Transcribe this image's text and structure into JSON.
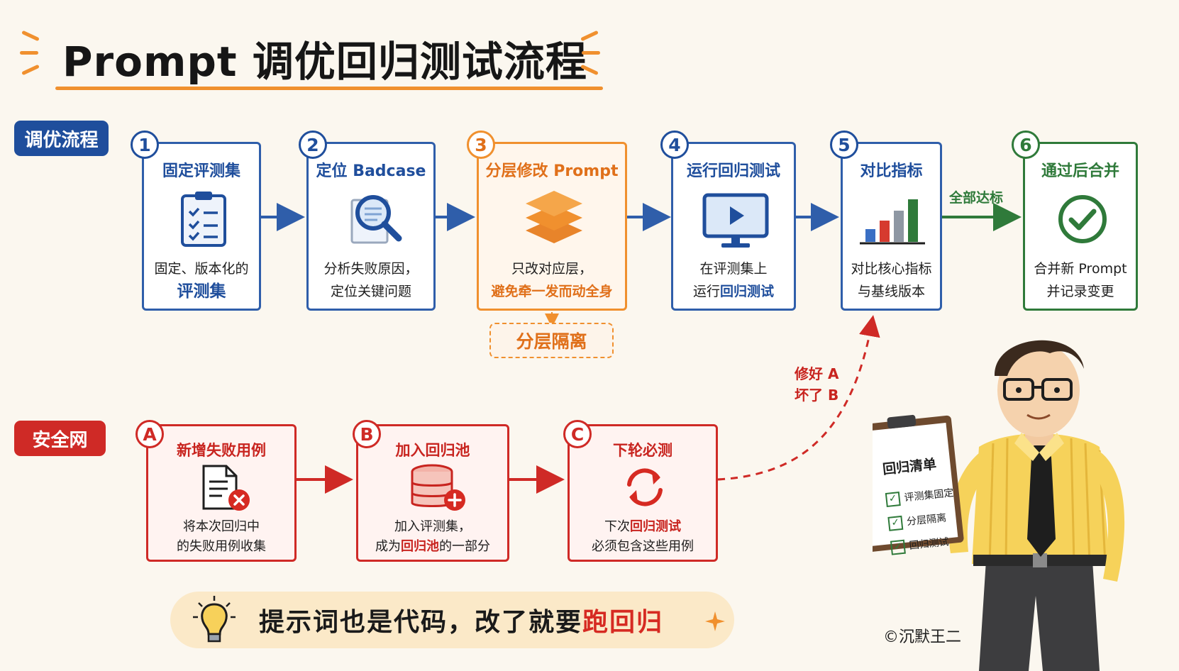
{
  "title": "Prompt 调优回归测试流程",
  "sections": {
    "flow_label": "调优流程",
    "safety_label": "安全网"
  },
  "steps": [
    {
      "num": "1",
      "title": "固定评测集",
      "desc_plain": "固定、版本化的",
      "desc_highlight": "评测集",
      "icon": "clipboard-checklist-icon"
    },
    {
      "num": "2",
      "title": "定位 Badcase",
      "desc_line1": "分析失败原因，",
      "desc_line2": "定位关键问题",
      "icon": "magnifier-document-icon"
    },
    {
      "num": "3",
      "title": "分层修改 Prompt",
      "desc_line1": "只改对应层，",
      "desc_highlight": "避免牵一发而动全身",
      "icon": "layers-icon"
    },
    {
      "num": "4",
      "title": "运行回归测试",
      "desc_line1": "在评测集上",
      "desc_pre": "运行",
      "desc_highlight": "回归测试",
      "icon": "monitor-play-icon"
    },
    {
      "num": "5",
      "title": "对比指标",
      "desc_line1": "对比核心指标",
      "desc_line2": "与基线版本",
      "icon": "bar-chart-icon"
    },
    {
      "num": "6",
      "title": "通过后合并",
      "desc_line1": "合并新 Prompt",
      "desc_line2": "并记录变更",
      "icon": "check-circle-icon"
    }
  ],
  "layer_isolation": "分层隔离",
  "pass_label": "全部达标",
  "fix_note": {
    "line1": "修好 A",
    "line2": "坏了 B"
  },
  "safety_steps": [
    {
      "num": "A",
      "title": "新增失败用例",
      "desc_line1": "将本次回归中",
      "desc_line2": "的失败用例收集",
      "icon": "document-error-icon"
    },
    {
      "num": "B",
      "title": "加入回归池",
      "desc_line1": "加入评测集，",
      "desc_pre": "成为",
      "desc_highlight": "回归池",
      "desc_post": "的一部分",
      "icon": "database-add-icon"
    },
    {
      "num": "C",
      "title": "下轮必测",
      "desc_pre": "下次",
      "desc_highlight": "回归测试",
      "desc_line2": "必须包含这些用例",
      "icon": "refresh-cycle-icon"
    }
  ],
  "checklist": {
    "title": "回归清单",
    "items": [
      "评测集固定",
      "分层隔离",
      "回归测试"
    ]
  },
  "tip": {
    "pre": "提示词也是代码，改了就要",
    "highlight": "跑回归"
  },
  "copyright": "©沉默王二",
  "colors": {
    "blue": "#1f4e9c",
    "orange": "#f0902e",
    "green": "#2f7a3a",
    "red": "#cf2a26",
    "background": "#fbf7ef"
  }
}
